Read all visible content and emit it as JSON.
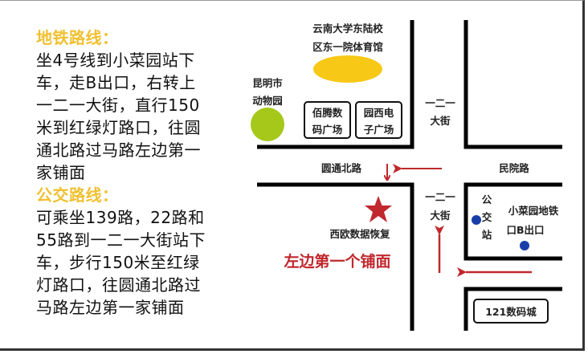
{
  "subway": {
    "heading": "地铁路线：",
    "lines": [
      "坐4号线到小菜园站下",
      "车，走B出口，右转上",
      "一二一大街，直行150",
      "米到红绿灯路口，往圆",
      "通北路过马路左边第一",
      "家铺面"
    ]
  },
  "bus": {
    "heading": "公交路线：",
    "lines": [
      "可乘坐139路，22路和",
      "55路到一二一大街站下",
      "车，步行150米至红绿",
      "灯路口，往圆通北路过",
      "马路左边第一家铺面"
    ]
  },
  "map": {
    "university": [
      "云南大学东陆校",
      "区东一院体育馆"
    ],
    "zoo": [
      "昆明市",
      "动物园"
    ],
    "baiteng": [
      "佰腾数",
      "码广场"
    ],
    "yuanxi": [
      "园西电",
      "子广场"
    ],
    "street_top": [
      "一二一",
      "大街"
    ],
    "street_bottom": [
      "一二一",
      "大街"
    ],
    "yuantong_road": "圆通北路",
    "minyuan_road": "民院路",
    "shop_name": "西欧数据恢复",
    "shop_hint": "左边第一个铺面",
    "bus_stop": [
      "公",
      "交",
      "站"
    ],
    "metro_exit": [
      "小菜园地铁",
      "口B出口"
    ],
    "digital_city": "121数码城"
  },
  "colors": {
    "heading": "#f0c030",
    "accent_red": "#c0282d",
    "yellow": "#f7c816",
    "green": "#a6c81a",
    "blue": "#1a3ea8"
  }
}
